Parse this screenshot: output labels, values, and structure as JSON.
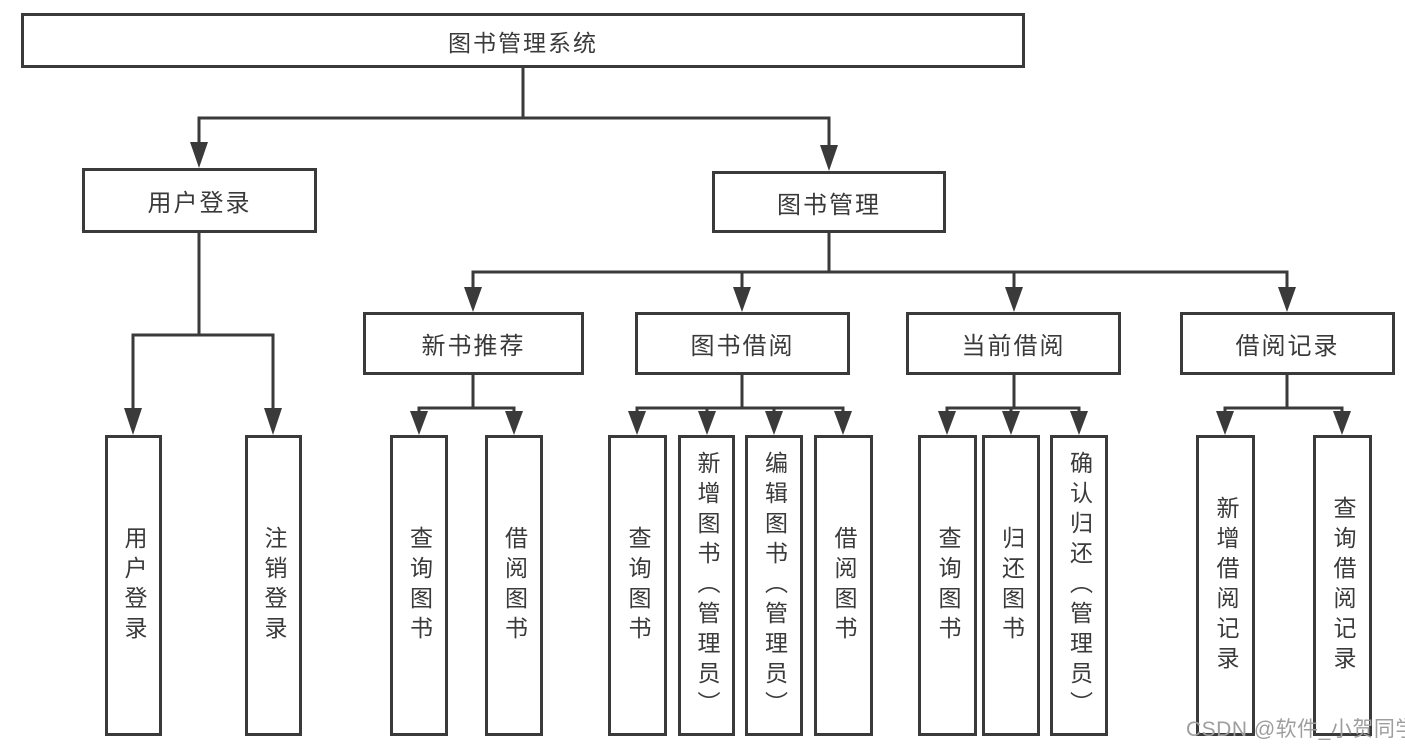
{
  "nodes": {
    "root": "图书管理系统",
    "user_login": "用户登录",
    "book_mgmt": "图书管理",
    "new_book": "新书推荐",
    "book_borrow": "图书借阅",
    "current_borrow": "当前借阅",
    "borrow_record": "借阅记录",
    "user_login_children": [
      "用户登录",
      "注销登录"
    ],
    "new_book_children": [
      "查询图书",
      "借阅图书"
    ],
    "book_borrow_children": [
      "查询图书",
      "新增图书（管理员）",
      "编辑图书（管理员）",
      "借阅图书"
    ],
    "current_borrow_children": [
      "查询图书",
      "归还图书",
      "确认归还（管理员）"
    ],
    "borrow_record_children": [
      "新增借阅记录",
      "查询借阅记录"
    ]
  },
  "watermark": "CSDN @软件_小贺同学",
  "colors": {
    "line": "#3a3a3a",
    "text": "#3a3a3a",
    "watermark": "#9e9e9e",
    "background": "#ffffff"
  }
}
